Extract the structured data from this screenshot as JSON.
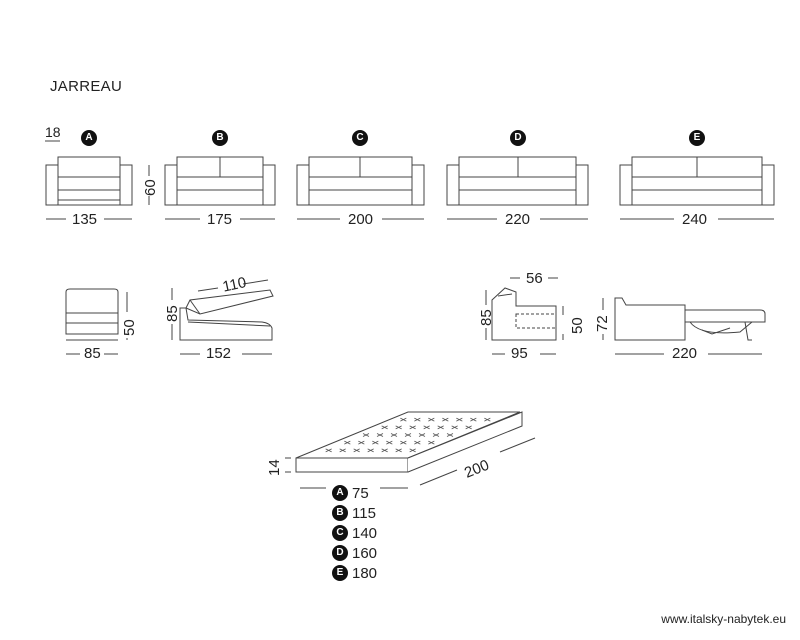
{
  "title": "JARREAU",
  "arm_width": "18",
  "height_label": "60",
  "variants": [
    {
      "letter": "A",
      "width": "135"
    },
    {
      "letter": "B",
      "width": "175"
    },
    {
      "letter": "C",
      "width": "200"
    },
    {
      "letter": "D",
      "width": "220"
    },
    {
      "letter": "E",
      "width": "240"
    }
  ],
  "armchair": {
    "width": "85",
    "seat_height": "50"
  },
  "side_section": {
    "height": "85",
    "back_length": "110",
    "depth": "152"
  },
  "side_view": {
    "height": "85",
    "top": "56",
    "seat_height": "50",
    "depth": "95"
  },
  "bed_open": {
    "height": "72",
    "length": "220"
  },
  "mattress": {
    "thickness": "14",
    "length": "200",
    "widths": [
      {
        "letter": "A",
        "width": "75"
      },
      {
        "letter": "B",
        "width": "115"
      },
      {
        "letter": "C",
        "width": "140"
      },
      {
        "letter": "D",
        "width": "160"
      },
      {
        "letter": "E",
        "width": "180"
      }
    ]
  },
  "footer": "www.italsky-nabytek.eu"
}
